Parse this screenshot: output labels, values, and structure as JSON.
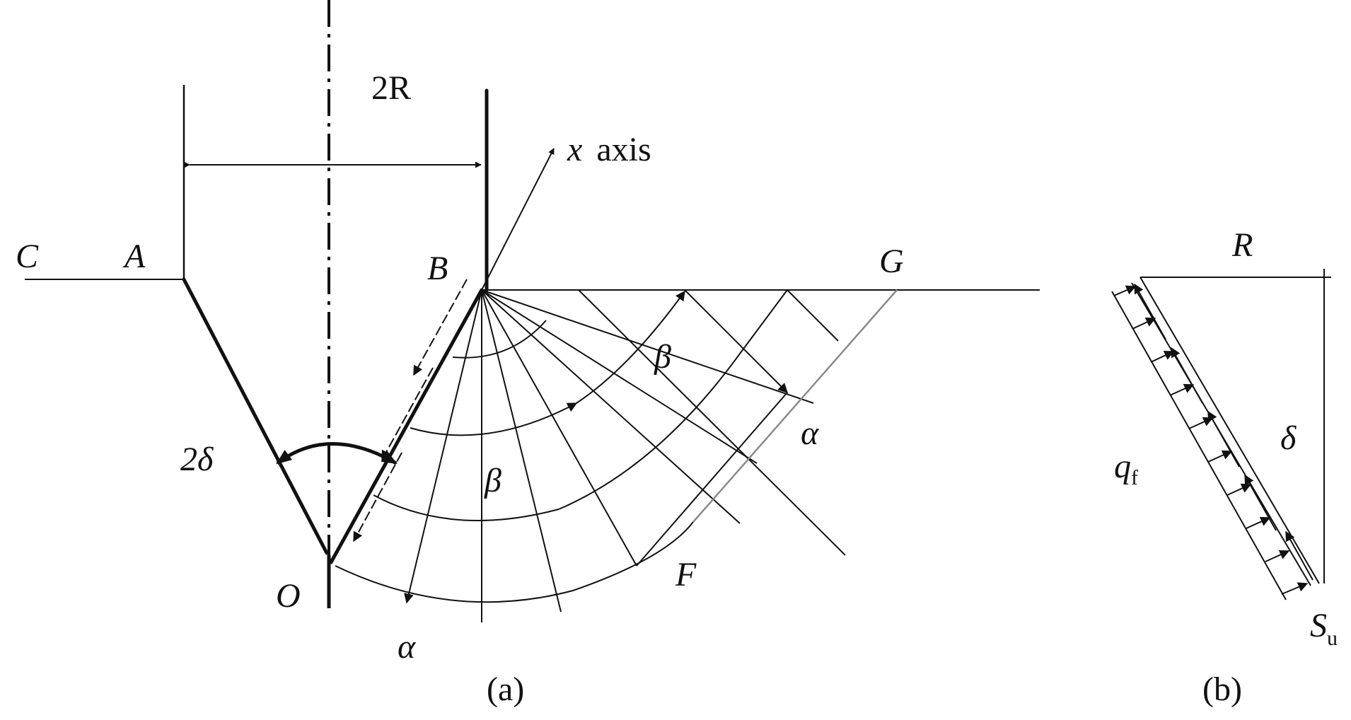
{
  "labels": {
    "two_r": "2R",
    "x_axis_var": "x",
    "x_axis_word": "axis",
    "c": "C",
    "a": "A",
    "b": "B",
    "g": "G",
    "two_delta": "2δ",
    "o": "O",
    "f": "F",
    "alpha_bottom": "α",
    "alpha_right": "α",
    "beta_upper": "β",
    "beta_center": "β",
    "panel_a": "(a)",
    "panel_b": "(b)",
    "r": "R",
    "delta": "δ",
    "q_main": "q",
    "q_sub": "f",
    "s_main": "S",
    "s_sub": "u"
  }
}
